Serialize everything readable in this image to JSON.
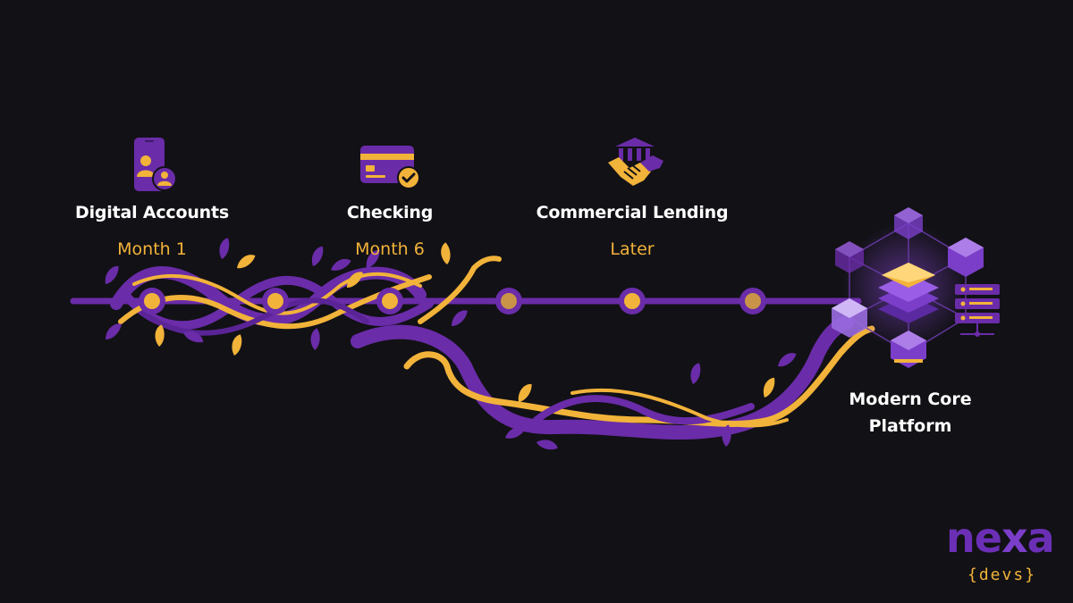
{
  "milestones": [
    {
      "title": "Digital Accounts",
      "when": "Month 1",
      "icon": "mobile-user-icon"
    },
    {
      "title": "Checking",
      "when": "Month 6",
      "icon": "credit-card-check-icon"
    },
    {
      "title": "Commercial Lending",
      "when": "Later",
      "icon": "handshake-bank-icon"
    }
  ],
  "platform": {
    "line1": "Modern Core",
    "line2": "Platform",
    "icon": "cube-network-icon"
  },
  "logo": {
    "word_a": "ne",
    "word_x": "x",
    "word_b": "a",
    "sub": "{devs}"
  },
  "colors": {
    "background": "#121116",
    "purple": "#6a2ca8",
    "gold": "#f2b33a",
    "white": "#ffffff"
  }
}
